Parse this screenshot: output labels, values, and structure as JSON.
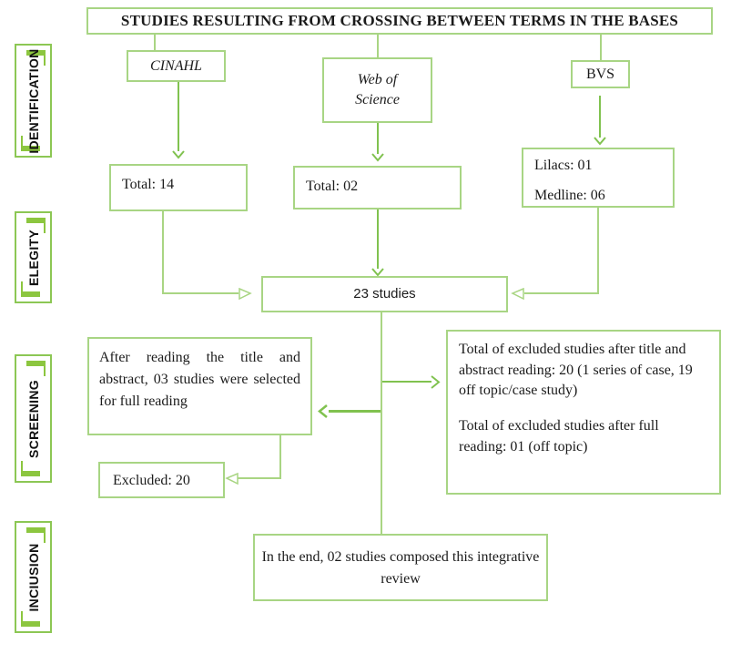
{
  "title": "STUDIES RESULTING FROM CROSSING BETWEEN TERMS IN THE BASES",
  "stages": {
    "identification": "IDENTIFICATION",
    "elegity": "ELEGITY",
    "screening": "SCREENING",
    "inclusion": "INCIUSION"
  },
  "databases": {
    "cinahl": "CINAHL",
    "web_of_science": "Web of Science",
    "bvs": "BVS"
  },
  "identification_results": {
    "cinahl_total": "Total: 14",
    "web_of_science_total": "Total: 02",
    "bvs_lilacs": "Lilacs: 01",
    "bvs_medline": "Medline: 06"
  },
  "elegity": {
    "pooled": "23 studies"
  },
  "screening": {
    "selected": "After reading the title and abstract, 03 studies were selected for full reading",
    "excluded_short": "Excluded: 20",
    "excluded_detail_1": "Total of excluded studies after title and abstract reading: 20 (1 series of case, 19 off topic/case study)",
    "excluded_detail_2": "Total of excluded studies after full reading: 01 (off topic)"
  },
  "inclusion": {
    "final": "In the end, 02 studies composed this integrative review"
  },
  "colors": {
    "box_border": "#a8d584",
    "stage_border": "#8cc754",
    "stage_bracket": "#8cc63f",
    "connector_line": "#a9d583",
    "arrow": "#80c24f",
    "text": "#1b1b1b"
  }
}
